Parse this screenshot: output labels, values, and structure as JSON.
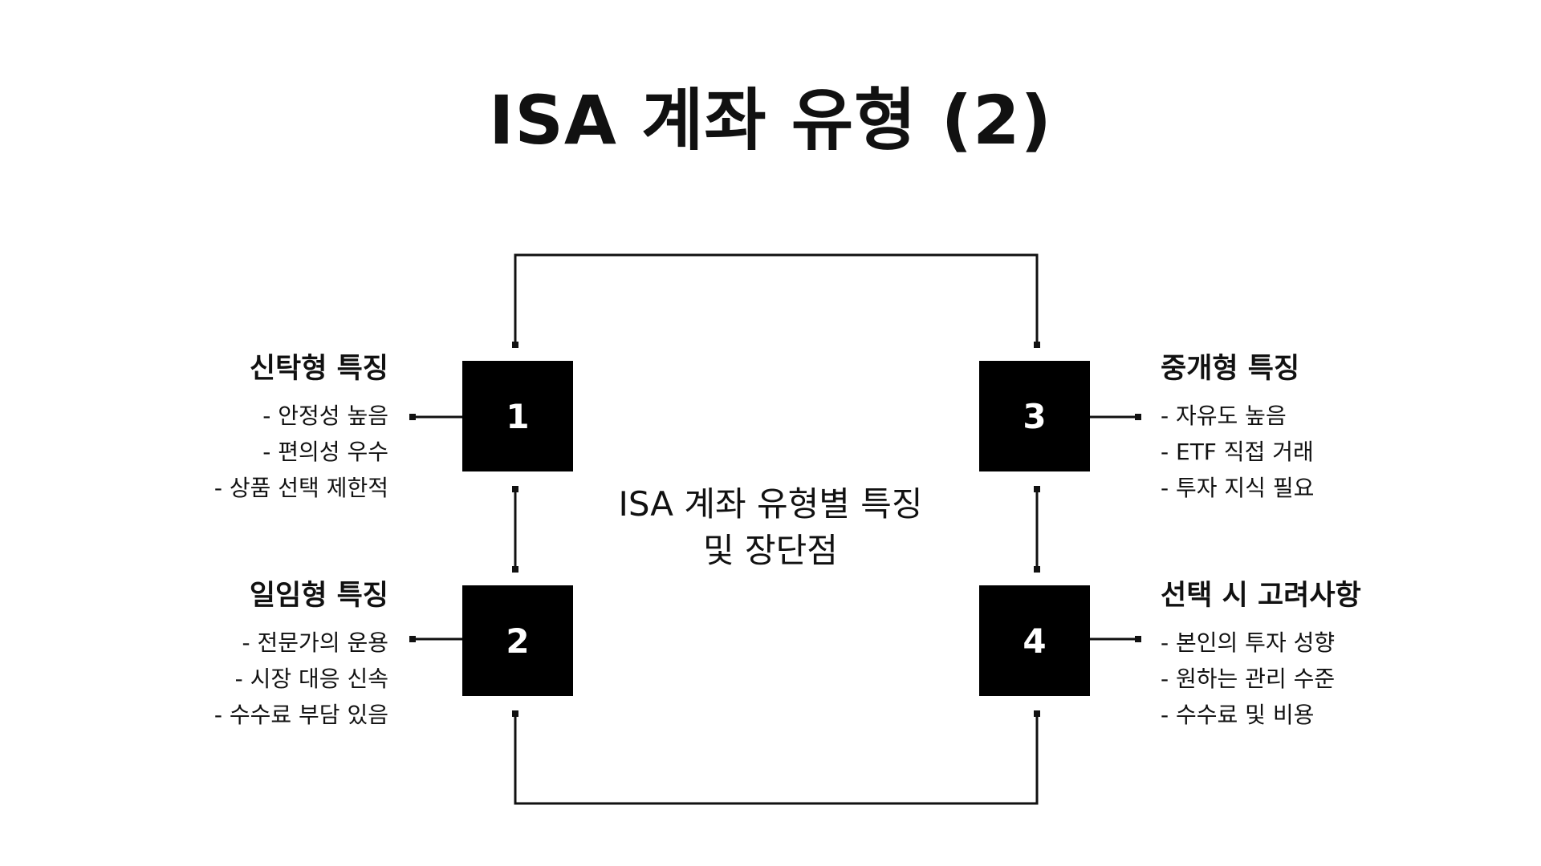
{
  "title": "ISA 계좌 유형 (2)",
  "center": {
    "line1": "ISA 계좌 유형별 특징",
    "line2": "및 장단점"
  },
  "boxes": [
    "1",
    "2",
    "3",
    "4"
  ],
  "groups": {
    "trust": {
      "title": "신탁형 특징",
      "items": [
        "- 안정성 높음",
        "- 편의성 우수",
        "- 상품 선택 제한적"
      ]
    },
    "discretionary": {
      "title": "일임형 특징",
      "items": [
        "- 전문가의 운용",
        "- 시장 대응 신속",
        "- 수수료 부담 있음"
      ]
    },
    "brokerage": {
      "title": "중개형 특징",
      "items": [
        "- 자유도 높음",
        "- ETF 직접 거래",
        "- 투자 지식 필요"
      ]
    },
    "considerations": {
      "title": "선택 시 고려사항",
      "items": [
        "- 본인의 투자 성향",
        "- 원하는 관리 수준",
        "- 수수료 및 비용"
      ]
    }
  },
  "colors": {
    "box": "#000000",
    "box_text": "#ffffff",
    "line": "#111111",
    "text": "#111111"
  }
}
